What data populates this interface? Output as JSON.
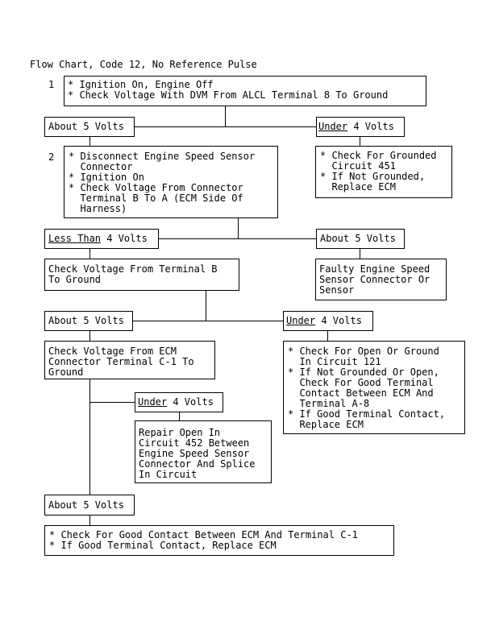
{
  "title": "Flow Chart, Code 12, No Reference Pulse",
  "step1": {
    "number": "1",
    "lines": [
      "* Ignition On, Engine Off",
      "* Check Voltage With DVM From ALCL Terminal 8 To Ground"
    ]
  },
  "step1_left": {
    "text": "About 5 Volts"
  },
  "step1_right": {
    "underlined": "Under",
    "rest": " 4 Volts"
  },
  "step1_right_result": {
    "lines": [
      "* Check For Grounded",
      "  Circuit 451",
      "* If Not Grounded,",
      "  Replace ECM"
    ]
  },
  "step2": {
    "number": "2",
    "lines": [
      "* Disconnect Engine Speed Sensor",
      "  Connector",
      "* Ignition On",
      "* Check Voltage From Connector",
      "  Terminal B To A (ECM Side Of",
      "  Harness)"
    ]
  },
  "step2_left": {
    "underlined": "Less Than",
    "rest": " 4 Volts"
  },
  "step2_right": {
    "text": "About 5 Volts"
  },
  "step2_left_result": {
    "lines": [
      "Check Voltage From Terminal B",
      "To Ground"
    ]
  },
  "step2_right_result": {
    "lines": [
      "Faulty Engine Speed",
      "Sensor Connector Or",
      "Sensor"
    ]
  },
  "step3_left": {
    "text": "About 5 Volts"
  },
  "step3_right": {
    "underlined": "Under",
    "rest": " 4 Volts"
  },
  "step3_left_result": {
    "lines": [
      "Check Voltage From ECM",
      "Connector Terminal C-1 To",
      "Ground"
    ]
  },
  "step3_right_result": {
    "lines": [
      "* Check For Open Or Ground",
      "  In Circuit 121",
      "* If Not Grounded Or Open,",
      "  Check For Good Terminal",
      "  Contact Between ECM And",
      "  Terminal A-8",
      "* If Good Terminal Contact,",
      "  Replace ECM"
    ]
  },
  "step4_under": {
    "underlined": "Under",
    "rest": " 4 Volts"
  },
  "step4_under_result": {
    "lines": [
      "Repair Open In",
      "Circuit 452 Between",
      "Engine Speed Sensor",
      "Connector And Splice",
      "In Circuit"
    ]
  },
  "step4_about": {
    "text": "About 5 Volts"
  },
  "final_result": {
    "lines": [
      "* Check For Good Contact Between ECM And Terminal C-1",
      "* If Good Terminal Contact, Replace ECM"
    ]
  }
}
